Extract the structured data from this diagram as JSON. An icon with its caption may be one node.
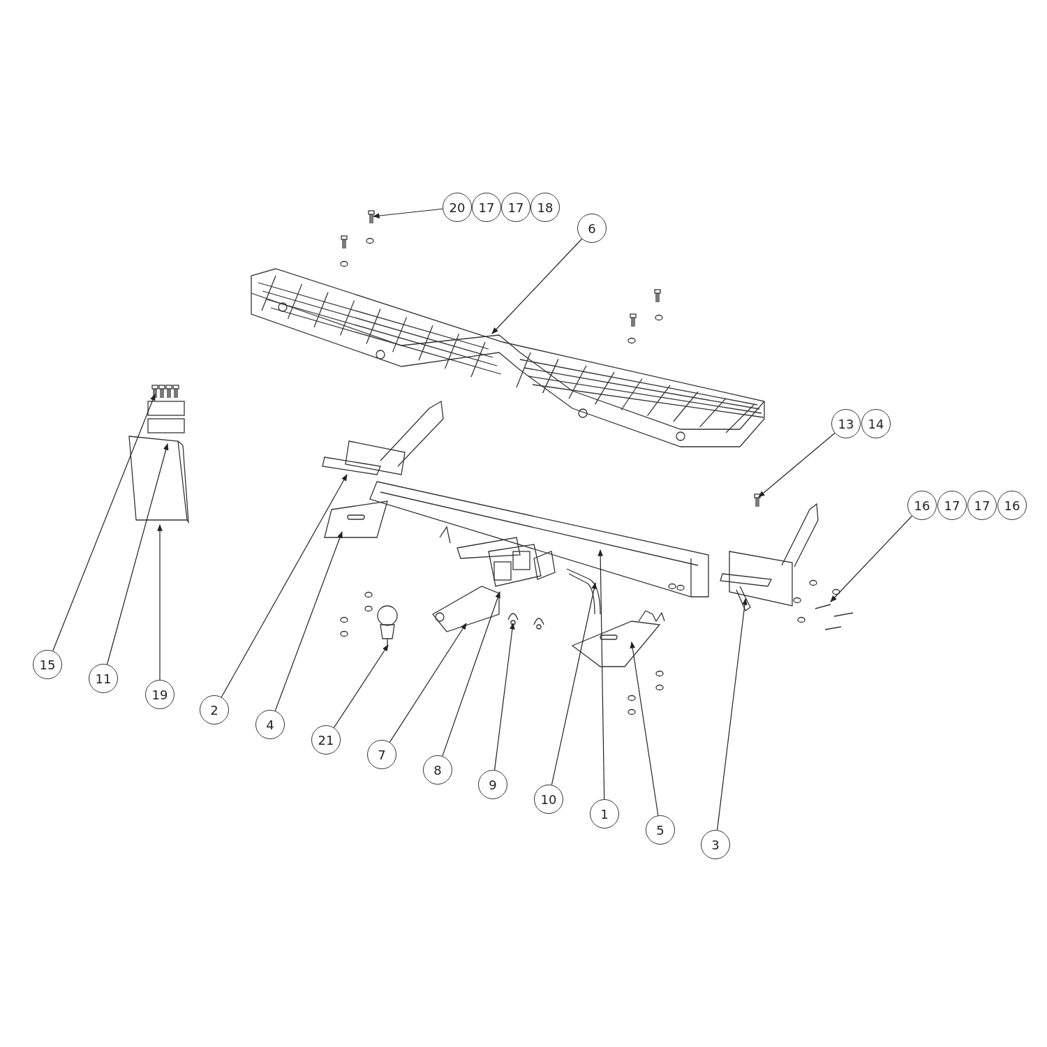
{
  "diagram": {
    "nodes": [
      {
        "text": [
          "20"
        ]
      },
      {
        "text": [
          "17"
        ]
      },
      {
        "text": [
          "17"
        ]
      },
      {
        "text": [
          "18"
        ]
      },
      {
        "text": [
          "6"
        ]
      },
      {
        "text": [
          "13"
        ]
      },
      {
        "text": [
          "14"
        ]
      },
      {
        "text": [
          "16"
        ]
      },
      {
        "text": [
          "17"
        ]
      },
      {
        "text": [
          "17"
        ]
      },
      {
        "text": [
          "16"
        ]
      },
      {
        "text": [
          "15"
        ]
      },
      {
        "text": [
          "11"
        ]
      },
      {
        "text": [
          "19"
        ]
      },
      {
        "text": [
          "2"
        ]
      },
      {
        "text": [
          "4"
        ]
      },
      {
        "text": [
          "21"
        ]
      },
      {
        "text": [
          "7"
        ]
      },
      {
        "text": [
          "8"
        ]
      },
      {
        "text": [
          "9"
        ]
      },
      {
        "text": [
          "10"
        ]
      },
      {
        "text": [
          "1"
        ]
      },
      {
        "text": [
          "5"
        ]
      },
      {
        "text": [
          "3"
        ]
      }
    ],
    "edges": [
      {
        "from": 0,
        "to": null,
        "arrow": "to"
      },
      {
        "from": 4,
        "to": null,
        "arrow": "to"
      },
      {
        "from": 5,
        "to": null,
        "arrow": "to"
      },
      {
        "from": 7,
        "to": null,
        "arrow": "to"
      },
      {
        "from": 11,
        "to": null,
        "arrow": "to"
      },
      {
        "from": 12,
        "to": null,
        "arrow": "to"
      },
      {
        "from": 13,
        "to": null,
        "arrow": "to"
      },
      {
        "from": 14,
        "to": null,
        "arrow": "to"
      },
      {
        "from": 15,
        "to": null,
        "arrow": "to"
      },
      {
        "from": 16,
        "to": null,
        "arrow": "to"
      },
      {
        "from": 17,
        "to": null,
        "arrow": "to"
      },
      {
        "from": 18,
        "to": null,
        "arrow": "to"
      },
      {
        "from": 19,
        "to": null,
        "arrow": "to"
      },
      {
        "from": 20,
        "to": null,
        "arrow": "to"
      },
      {
        "from": 21,
        "to": null,
        "arrow": "to"
      },
      {
        "from": 22,
        "to": null,
        "arrow": "to"
      },
      {
        "from": 23,
        "to": null,
        "arrow": "to"
      }
    ]
  }
}
